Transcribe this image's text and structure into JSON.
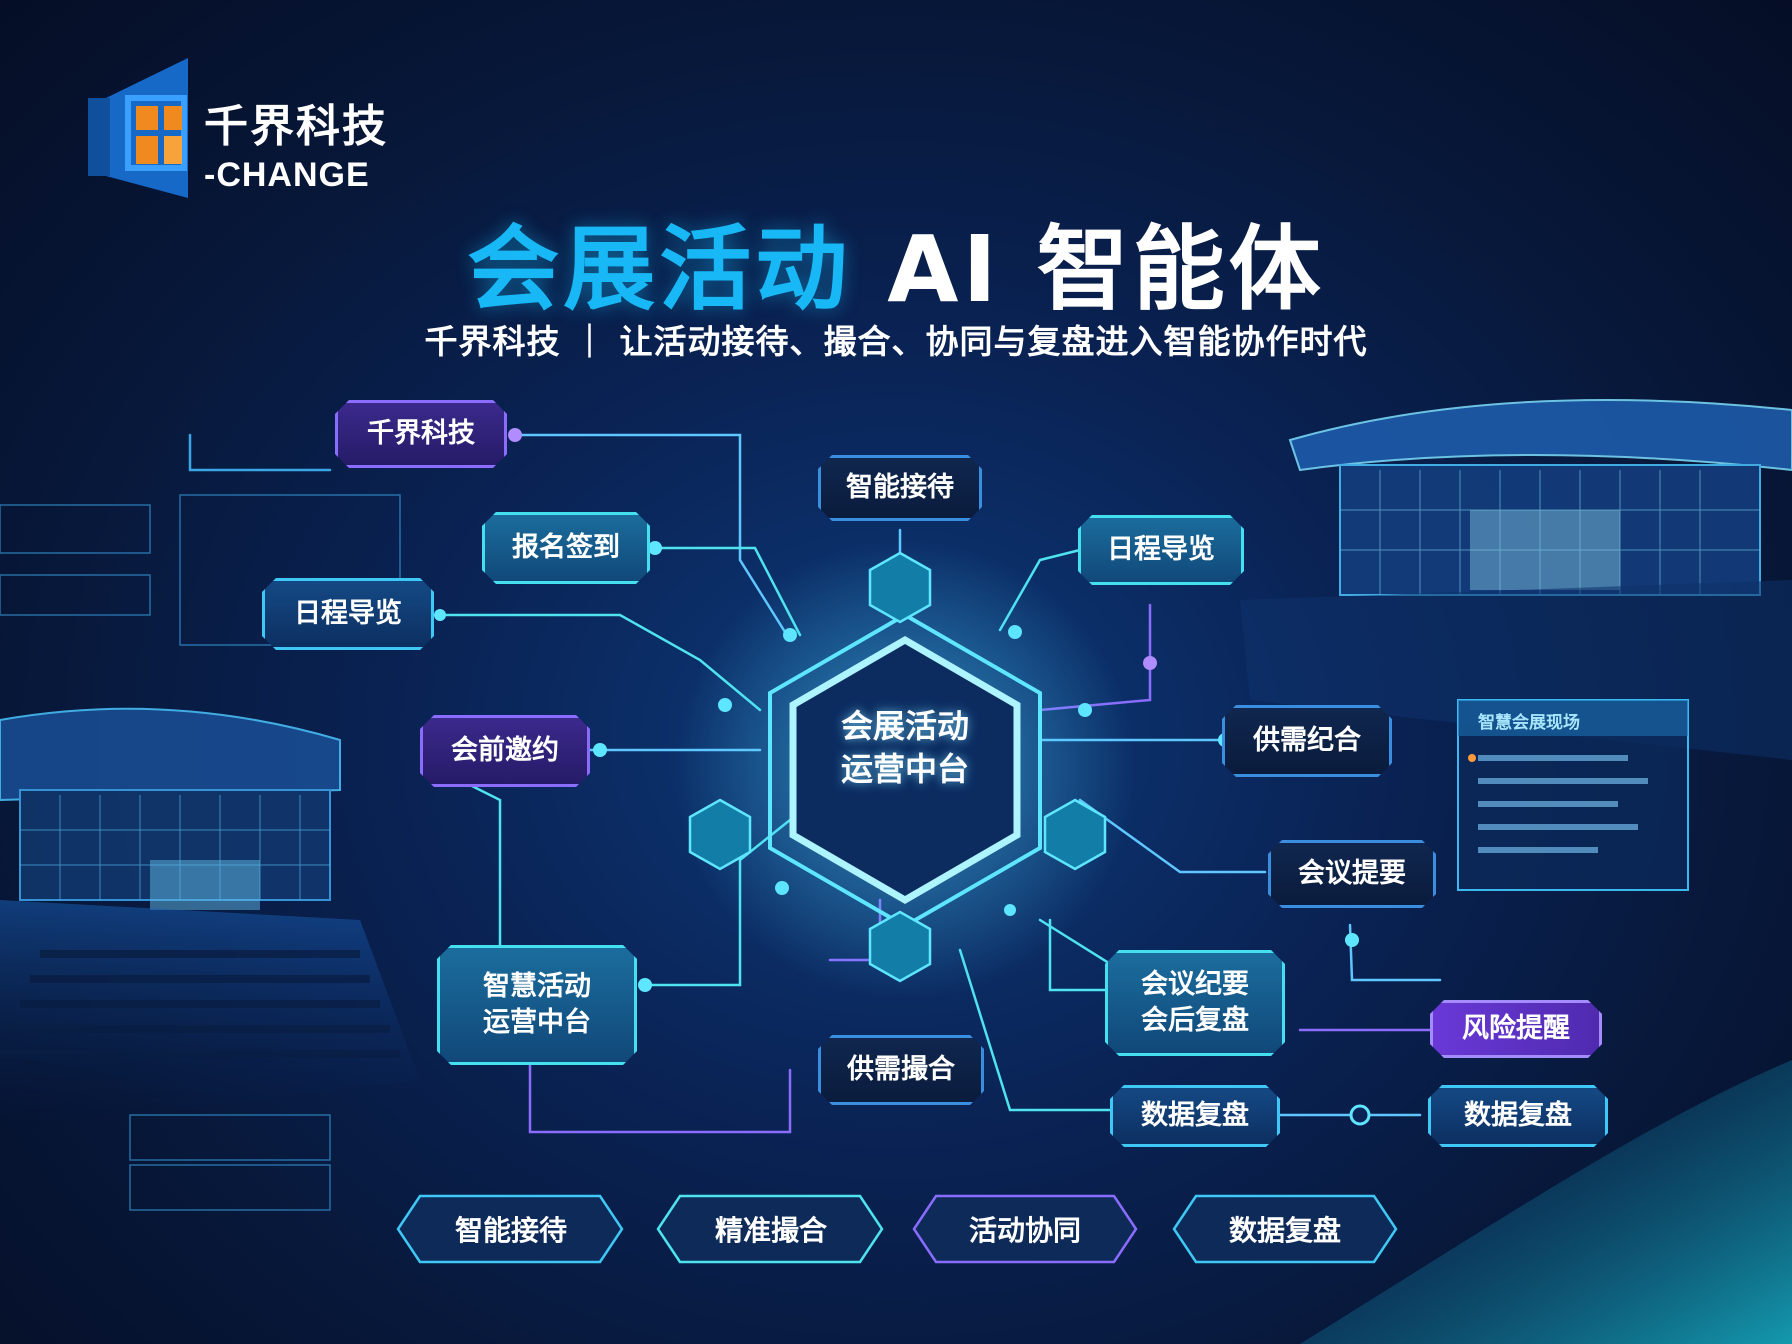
{
  "logo": {
    "name_cn": "千界科技",
    "name_en": "-CHANGE"
  },
  "title": {
    "highlight": "会展活动",
    "rest": " AI 智能体"
  },
  "subtitle": "千界科技 ｜ 让活动接待、撮合、协同与复盘进入智能协作时代",
  "center": {
    "line1": "会展活动",
    "line2": "运营中台"
  },
  "nodes": {
    "qianjie": "千界科技",
    "baoming": "报名签到",
    "richeng_left": "日程导览",
    "huiqian": "会前邀约",
    "zhihui_line1": "智慧活动",
    "zhihui_line2": "运营中台",
    "zhineng": "智能接待",
    "richeng_right": "日程导览",
    "gongxu_right": "供需纪合",
    "tiyao": "会议提要",
    "jiyao_line1": "会议纪要",
    "jiyao_line2": "会后复盘",
    "fengxian": "风险提醒",
    "shuju_mid": "数据复盘",
    "shuju_right": "数据复盘",
    "gongxu_bottom": "供需撮合"
  },
  "bottom_tabs": [
    "智能接待",
    "精准撮合",
    "活动协同",
    "数据复盘"
  ],
  "side_panel": {
    "title": "智慧会展现场"
  },
  "colors": {
    "accent": "#17b8f5",
    "teal": "#44e0f0",
    "purple": "#8a6cff",
    "background": "#0a2457"
  }
}
